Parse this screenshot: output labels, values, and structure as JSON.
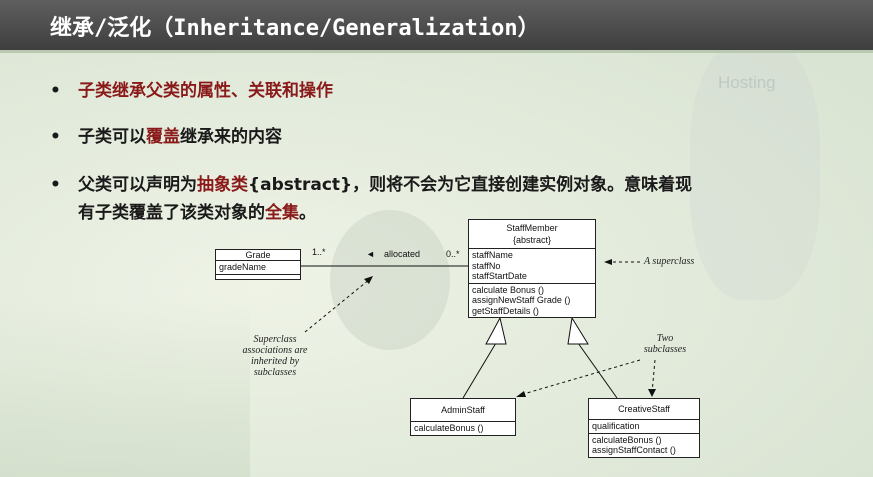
{
  "title": "继承/泛化（Inheritance/Generalization）",
  "watermark": "Hosting",
  "bullets": [
    {
      "parts": [
        {
          "text": "子类继承父类的属性、关联和操作",
          "red": true
        }
      ]
    },
    {
      "parts": [
        {
          "text": "子类可以",
          "red": false
        },
        {
          "text": "覆盖",
          "red": true
        },
        {
          "text": "继承来的内容",
          "red": false
        }
      ]
    },
    {
      "parts": [
        {
          "text": "父类可以声明为",
          "red": false
        },
        {
          "text": "抽象类",
          "red": true
        },
        {
          "text": "{abstract}",
          "red": false
        },
        {
          "text": "，则将不会为它直接创建实例对象。意味着现",
          "red": false
        }
      ]
    }
  ],
  "bullet3_line2": [
    {
      "text": "有子类覆盖了该类对象的",
      "red": false
    },
    {
      "text": "全集",
      "red": true
    },
    {
      "text": "。",
      "red": false
    }
  ],
  "colors": {
    "header": "#4a4a4a",
    "accent_red": "#8a1a1a",
    "text": "#1a1a1a"
  },
  "diagram": {
    "grade": {
      "name": "Grade",
      "attrs": [
        "gradeName"
      ]
    },
    "staff": {
      "name": "StaffMember",
      "stereotype": "{abstract}",
      "attrs": [
        "staffName",
        "staffNo",
        "staffStartDate"
      ],
      "ops": [
        "calculate Bonus ()",
        "assignNewStaff Grade ()",
        "getStaffDetails ()"
      ]
    },
    "admin": {
      "name": "AdminStaff",
      "ops": [
        "calculateBonus ()"
      ]
    },
    "creative": {
      "name": "CreativeStaff",
      "attrs": [
        "qualification"
      ],
      "ops": [
        "calculateBonus ()",
        "assignStaffContact ()"
      ]
    },
    "assoc": {
      "left_mult": "1..*",
      "label": "allocated",
      "right_mult": "0..*",
      "arrow": "◄"
    },
    "notes": {
      "superclass": "A superclass",
      "inherited": [
        "Superclass",
        "associations are",
        "inherited by",
        "subclasses"
      ],
      "two": [
        "Two",
        "subclasses"
      ]
    }
  }
}
